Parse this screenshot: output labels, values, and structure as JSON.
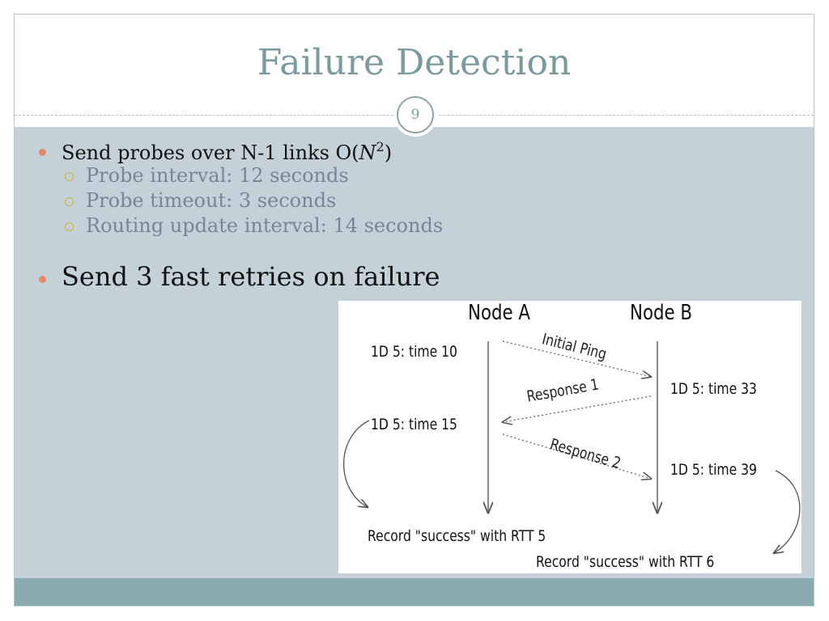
{
  "slide": {
    "title": "Failure Detection",
    "number": "9"
  },
  "bullets": [
    {
      "text": "Send probes over N-1 links  O(",
      "math_var": "N",
      "math_exp": "2",
      "math_close": ")",
      "children": [
        "Probe interval: 12 seconds",
        "Probe timeout: 3 seconds",
        "Routing update interval: 14 seconds"
      ]
    },
    {
      "text": "Send 3 fast retries on failure"
    }
  ],
  "diagram": {
    "node_a": "Node A",
    "node_b": "Node B",
    "a_events": [
      "1D 5: time 10",
      "1D 5: time 15"
    ],
    "b_events": [
      "1D 5: time 33",
      "1D 5: time 39"
    ],
    "messages": [
      "Initial Ping",
      "Response 1",
      "Response 2"
    ],
    "results": [
      "Record \"success\" with RTT 5",
      "Record \"success\" with RTT 6"
    ]
  },
  "colors": {
    "title": "#7a9a9c",
    "panel": "#c5d1d8",
    "footer": "#89aaae",
    "bullet_l1": "#e08a6c",
    "bullet_l2": "#c9b14a",
    "sub_text": "#7a8496"
  }
}
